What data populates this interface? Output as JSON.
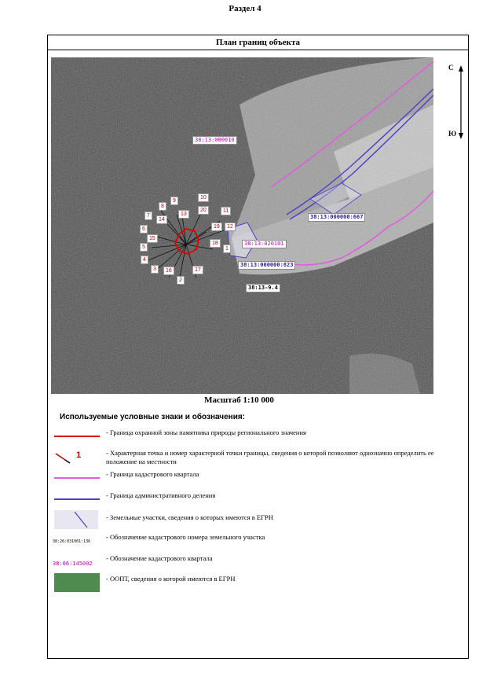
{
  "section_title": "Раздел 4",
  "frame_title": "План границ объекта",
  "map": {
    "compass": {
      "north": "С",
      "south": "Ю"
    },
    "quarter_labels": [
      "38:13:000010",
      "38:13:020101"
    ],
    "admin_labels": [
      "38:13:000000:667",
      "38:13:000000:823"
    ],
    "oopt_label": "38:13-9.4",
    "points": [
      "1",
      "2",
      "3",
      "4",
      "5",
      "6",
      "7",
      "8",
      "9",
      "10",
      "11",
      "12",
      "13",
      "14",
      "15",
      "16",
      "17",
      "18",
      "19",
      "20"
    ],
    "colors": {
      "protection_zone": "#e00000",
      "cadastral_quarter": "#e05ce0",
      "admin_boundary": "#4b3fc8",
      "land_plot_fill": "#e8e6f0"
    }
  },
  "scale": "Масштаб 1:10 000",
  "legend": {
    "title": "Используемые условные знаки и обозначения:",
    "items": [
      {
        "symbol": "red-line",
        "text": "- Граница охранной зоны памятника природы регионального значения"
      },
      {
        "symbol": "point-marker",
        "marker_text": "1",
        "text": "- Характерная точка и номер характерной точки границы, сведения о которой позволяют однозначно определить ее положение на местности"
      },
      {
        "symbol": "magenta-line",
        "text": "- Граница кадастрового квартала"
      },
      {
        "symbol": "purple-line",
        "text": "- Граница административного деления"
      },
      {
        "symbol": "land-plot",
        "text": "- Земельные участки, сведения о которых имеются в ЕГРН"
      },
      {
        "symbol": "cadnum",
        "sample": "38:26:031001:136",
        "text": "- Обозначение кадастрового номера земельного участка"
      },
      {
        "symbol": "quarter-num",
        "sample": "38:06:145002",
        "text": "- Обозначение кадастрового квартала"
      },
      {
        "symbol": "oopt",
        "text": "- ООПТ, сведения о которой имеются в ЕГРН"
      }
    ]
  }
}
